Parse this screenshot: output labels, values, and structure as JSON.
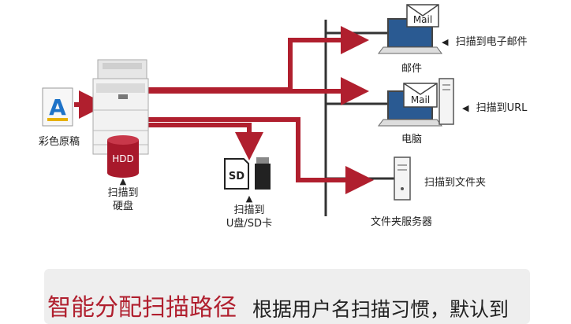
{
  "nodes": {
    "original": "彩色原稿",
    "hdd_badge": "HDD",
    "hdd_label": "扫描到\n硬盘",
    "sd_badge": "SD",
    "usb_label": "扫描到\nU盘/SD卡",
    "mail_badge_top": "Mail",
    "mail_badge_pc": "Mail",
    "email_caption": "邮件",
    "pc_caption": "电脑",
    "server_caption": "文件夹服务器"
  },
  "targets": {
    "scan_to_email": "扫描到电子邮件",
    "scan_to_url": "扫描到URL",
    "scan_to_folder": "扫描到文件夹"
  },
  "banner": {
    "title": "智能分配扫描路径",
    "subtitle": "根据用户名扫描习惯，默认到"
  },
  "colors": {
    "flow": "#b01f2e",
    "bus": "#333333"
  }
}
